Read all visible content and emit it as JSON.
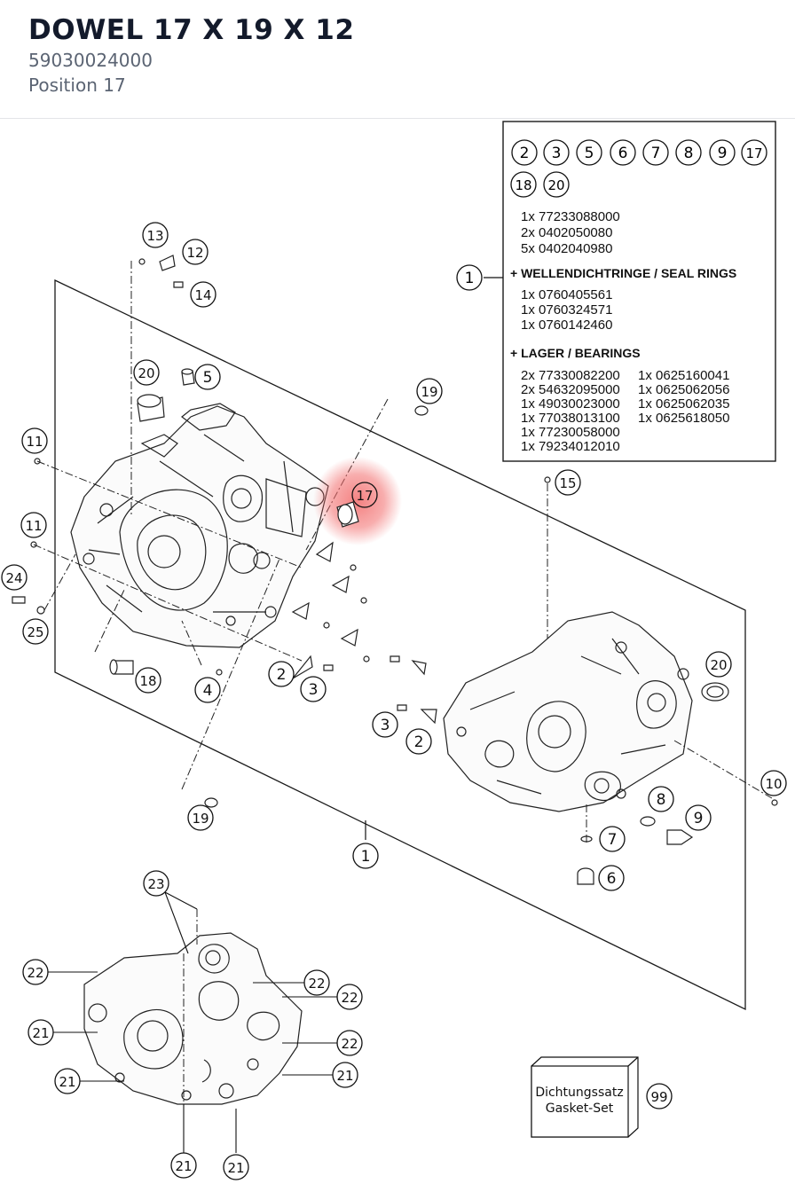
{
  "header": {
    "title": "DOWEL 17 X 19 X 12",
    "part_number": "59030024000",
    "position": "Position 17"
  },
  "colors": {
    "highlight": "#f26b6b",
    "line": "#1a1a1a"
  },
  "legend": {
    "circled_row1": [
      "2",
      "3",
      "5",
      "6",
      "7",
      "8",
      "9",
      "17"
    ],
    "circled_row2": [
      "18",
      "20"
    ],
    "kit_refs": [
      "1x 77233088000",
      "2x 0402050080",
      "5x 0402040980"
    ],
    "seal_heading": "+ WELLENDICHTRINGE / SEAL RINGS",
    "seal_refs": [
      "1x 0760405561",
      "1x 0760324571",
      "1x 0760142460"
    ],
    "bearing_heading": "+ LAGER / BEARINGS",
    "bearing_col1": [
      "2x 77330082200",
      "2x 54632095000",
      "1x 49030023000",
      "1x 77038013100",
      "1x 77230058000",
      "1x 79234012010"
    ],
    "bearing_col2": [
      "1x 0625160041",
      "1x 0625062056",
      "1x 0625062035",
      "1x 0625618050"
    ],
    "callout": "1"
  },
  "gasket_set": {
    "line1": "Dichtungssatz",
    "line2": "Gasket-Set",
    "callout": "99"
  },
  "callouts": {
    "c1_main": "1",
    "c2a": "2",
    "c2b": "2",
    "c3a": "3",
    "c3b": "3",
    "c4": "4",
    "c5": "5",
    "c6": "6",
    "c7": "7",
    "c8": "8",
    "c9": "9",
    "c10": "10",
    "c11a": "11",
    "c11b": "11",
    "c12": "12",
    "c13": "13",
    "c14": "14",
    "c15": "15",
    "c17": "17",
    "c18": "18",
    "c19a": "19",
    "c19b": "19",
    "c20a": "20",
    "c20b": "20",
    "c21a": "21",
    "c21b": "21",
    "c21c": "21",
    "c21d": "21",
    "c21e": "21",
    "c22a": "22",
    "c22b": "22",
    "c22c": "22",
    "c22d": "22",
    "c23": "23",
    "c24": "24",
    "c25": "25"
  }
}
